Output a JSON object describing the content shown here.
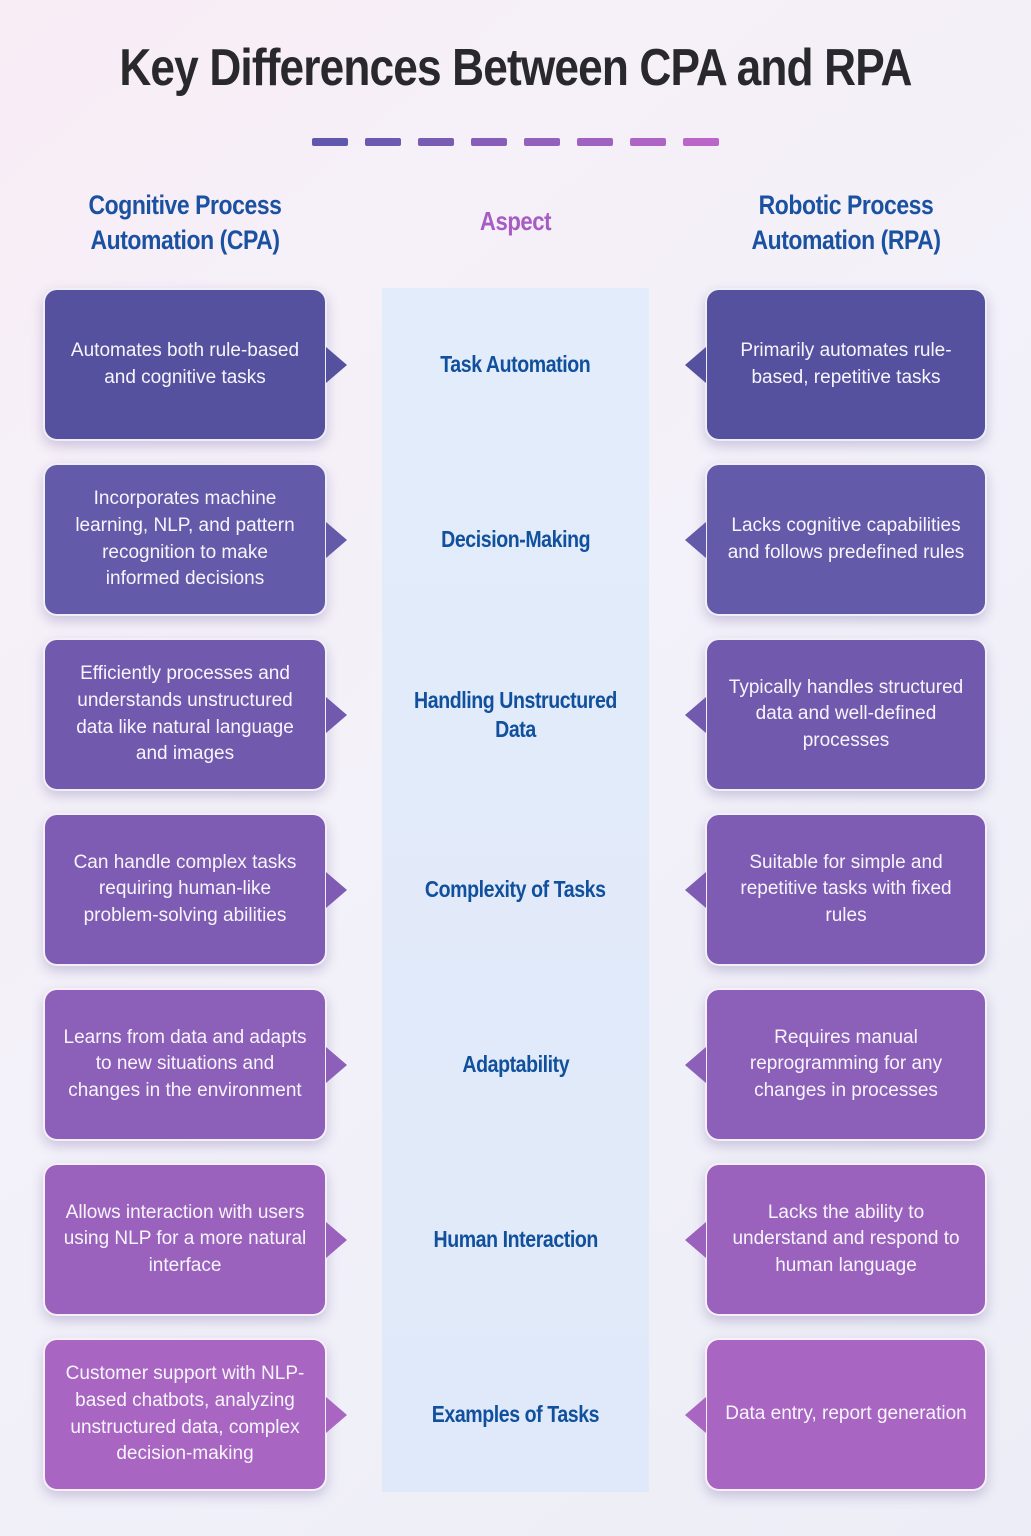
{
  "title": "Key Differences Between CPA and RPA",
  "columns": {
    "left": {
      "label": "Cognitive Process Automation (CPA)"
    },
    "center": {
      "label": "Aspect"
    },
    "right": {
      "label": "Robotic Process Automation (RPA)"
    }
  },
  "separator": {
    "colors": [
      "#5f58ac",
      "#6c5ab0",
      "#795cb4",
      "#865eb8",
      "#9360bc",
      "#a062c0",
      "#ad64c4",
      "#ba66c8"
    ]
  },
  "rows": [
    {
      "aspect": "Task Automation",
      "cpa": "Automates both rule-based and cognitive tasks",
      "rpa": "Primarily automates rule-based, repetitive tasks",
      "color": "#55519f"
    },
    {
      "aspect": "Decision-Making",
      "cpa": "Incorporates machine learning, NLP, and pattern recognition to make informed decisions",
      "rpa": "Lacks cognitive capabilities and follows predefined rules",
      "color": "#635aa9"
    },
    {
      "aspect": "Handling Unstructured Data",
      "cpa": "Efficiently processes and understands unstructured data like natural language and images",
      "rpa": "Typically handles structured data and well-defined processes",
      "color": "#7159ae"
    },
    {
      "aspect": "Complexity of Tasks",
      "cpa": "Can handle complex tasks requiring human-like problem-solving abilities",
      "rpa": "Suitable for simple and repetitive tasks with fixed rules",
      "color": "#7f5cb3"
    },
    {
      "aspect": "Adaptability",
      "cpa": "Learns from data and adapts to new situations and changes in the environment",
      "rpa": "Requires manual reprogramming for any changes in processes",
      "color": "#8c5fb8"
    },
    {
      "aspect": "Human Interaction",
      "cpa": "Allows interaction with users using NLP for a more natural interface",
      "rpa": "Lacks the ability to understand and respond to human language",
      "color": "#9a62bd"
    },
    {
      "aspect": "Examples of Tasks",
      "cpa": "Customer support with NLP-based chatbots, analyzing unstructured data, complex decision-making",
      "rpa": "Data entry, report generation",
      "color": "#a865c2"
    }
  ],
  "palette": {
    "panel_background": "#e2ebfa",
    "aspect_text": "#10509d",
    "header_blue": "#1b51a1",
    "header_purple": "#a65cc4",
    "title_text": "#29292d",
    "box_text": "#ffffff"
  }
}
